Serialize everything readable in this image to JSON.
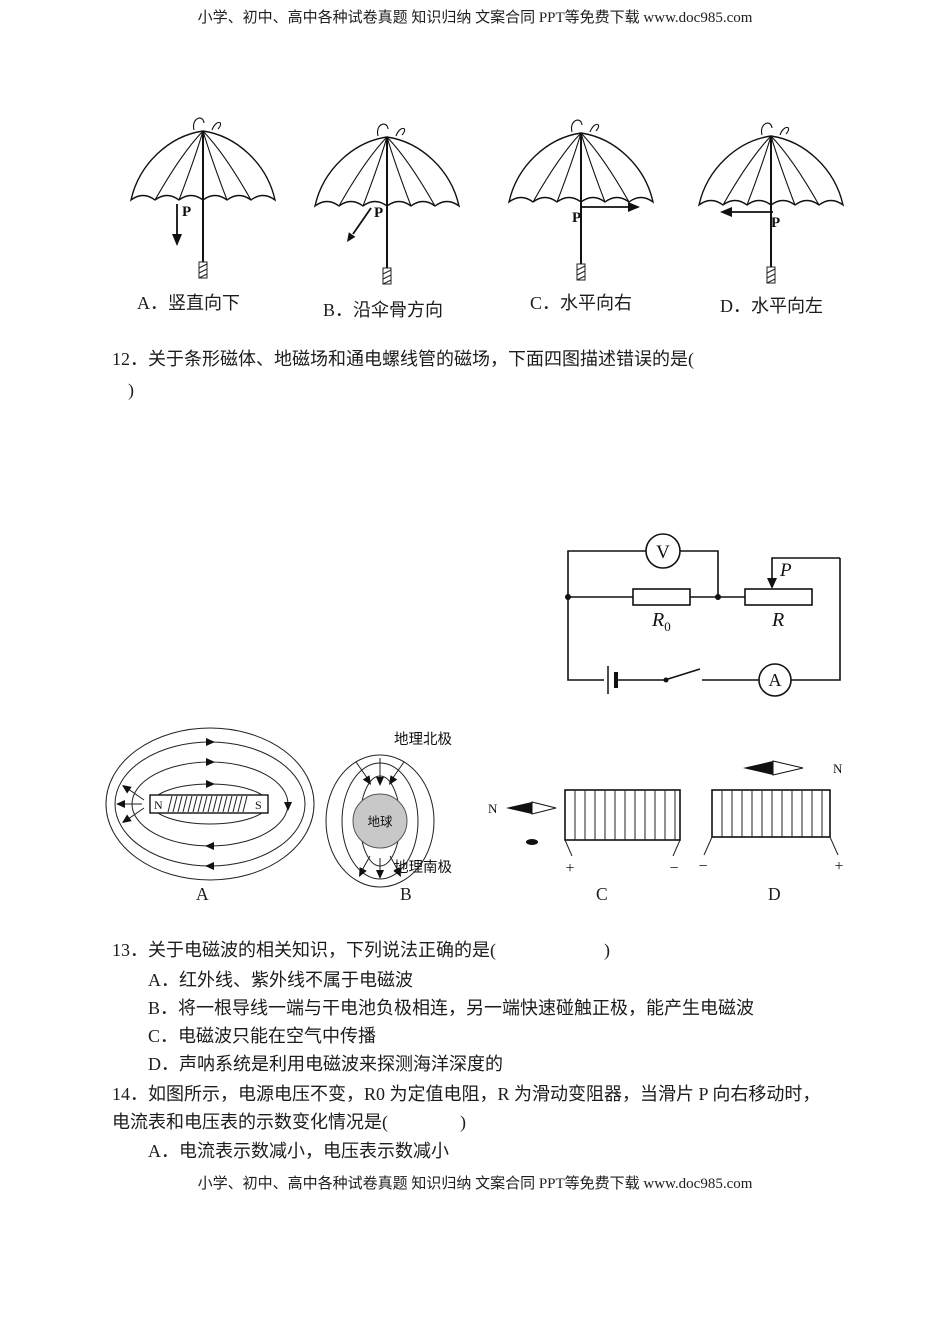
{
  "banner": {
    "top": "小学、初中、高中各种试卷真题 知识归纳 文案合同 PPT等免费下载   www.doc985.com",
    "bottom": "小学、初中、高中各种试卷真题 知识归纳 文案合同 PPT等免费下载   www.doc985.com"
  },
  "q11": {
    "point_label": "P",
    "options": [
      {
        "label": "A．竖直向下"
      },
      {
        "label": "B．沿伞骨方向"
      },
      {
        "label": "C．水平向右"
      },
      {
        "label": "D．水平向左"
      }
    ]
  },
  "q12": {
    "line1": "12．关于条形磁体、地磁场和通电螺线管的磁场，下面四图描述错误的是(",
    "line2": ")"
  },
  "circuit": {
    "voltmeter_label": "V",
    "ammeter_label": "A",
    "slider_label": "P",
    "r0_label": "R",
    "r0_subscript": "0",
    "rheostat_label": "R"
  },
  "figures": {
    "magnet": {
      "north": "N",
      "south": "S",
      "caption": "A"
    },
    "earth": {
      "north_label": "地理北极",
      "body_label": "地球",
      "south_label": "地理南极",
      "caption": "B"
    },
    "coil_c": {
      "needle_label": "N",
      "left_terminal": "+",
      "right_terminal": "−",
      "caption": "C"
    },
    "coil_d": {
      "needle_label": "N",
      "left_terminal": "−",
      "right_terminal": "+",
      "caption": "D"
    }
  },
  "q13": {
    "stem": "13．关于电磁波的相关知识，下列说法正确的是(                        )",
    "options": [
      {
        "label": "A．红外线、紫外线不属于电磁波"
      },
      {
        "label": "B．将一根导线一端与干电池负极相连，另一端快速碰触正极，能产生电磁波"
      },
      {
        "label": "C．电磁波只能在空气中传播"
      },
      {
        "label": "D．声呐系统是利用电磁波来探测海洋深度的"
      }
    ]
  },
  "q14": {
    "line1": "14．如图所示，电源电压不变，R0 为定值电阻，R 为滑动变阻器，当滑片 P 向右移动时，",
    "line2": "电流表和电压表的示数变化情况是(                )",
    "optionA": "A．电流表示数减小，电压表示数减小"
  }
}
